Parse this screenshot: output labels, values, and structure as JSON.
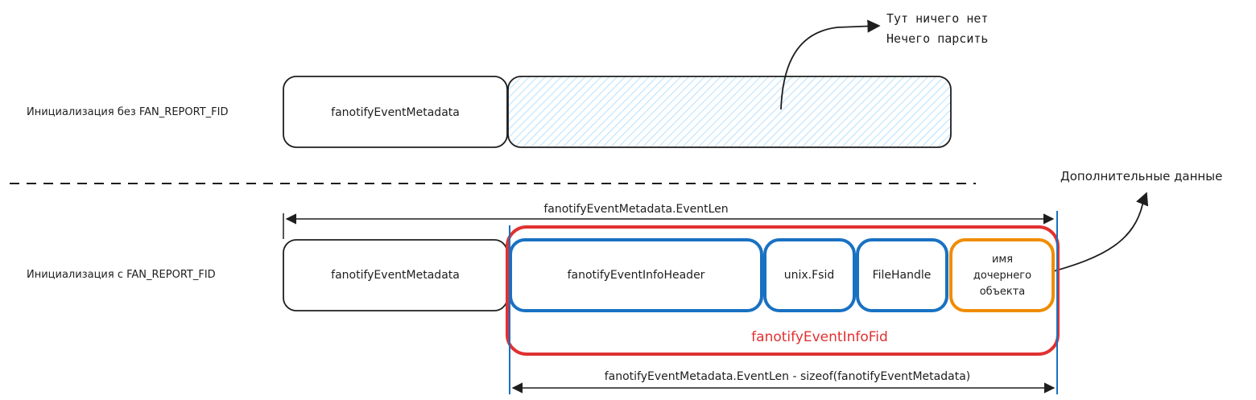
{
  "rows": {
    "top": {
      "label": "Инициализация без FAN_REPORT_FID",
      "metadata_box": "fanotifyEventMetadata"
    },
    "bottom": {
      "label": "Инициализация с FAN_REPORT_FID",
      "metadata_box": "fanotifyEventMetadata",
      "info_header_box": "fanotifyEventInfoHeader",
      "fsid_box": "unix.Fsid",
      "file_handle_box": "FileHandle",
      "child_name_box": [
        "имя",
        "дочернего",
        "объекта"
      ],
      "info_fid_group": "fanotifyEventInfoFid"
    }
  },
  "annotations": {
    "nothing_here": [
      "Тут ничего нет",
      "Нечего парсить"
    ],
    "extra_data": "Дополнительные данные"
  },
  "dimensions": {
    "event_len": "fanotifyEventMetadata.EventLen",
    "info_len": "fanotifyEventMetadata.EventLen - sizeof(fanotifyEventMetadata)"
  },
  "colors": {
    "stroke": "#1e1e1e",
    "hatch": "#a5d8ff",
    "blue": "#1971c2",
    "red": "#e03131",
    "orange": "#f08c00"
  }
}
